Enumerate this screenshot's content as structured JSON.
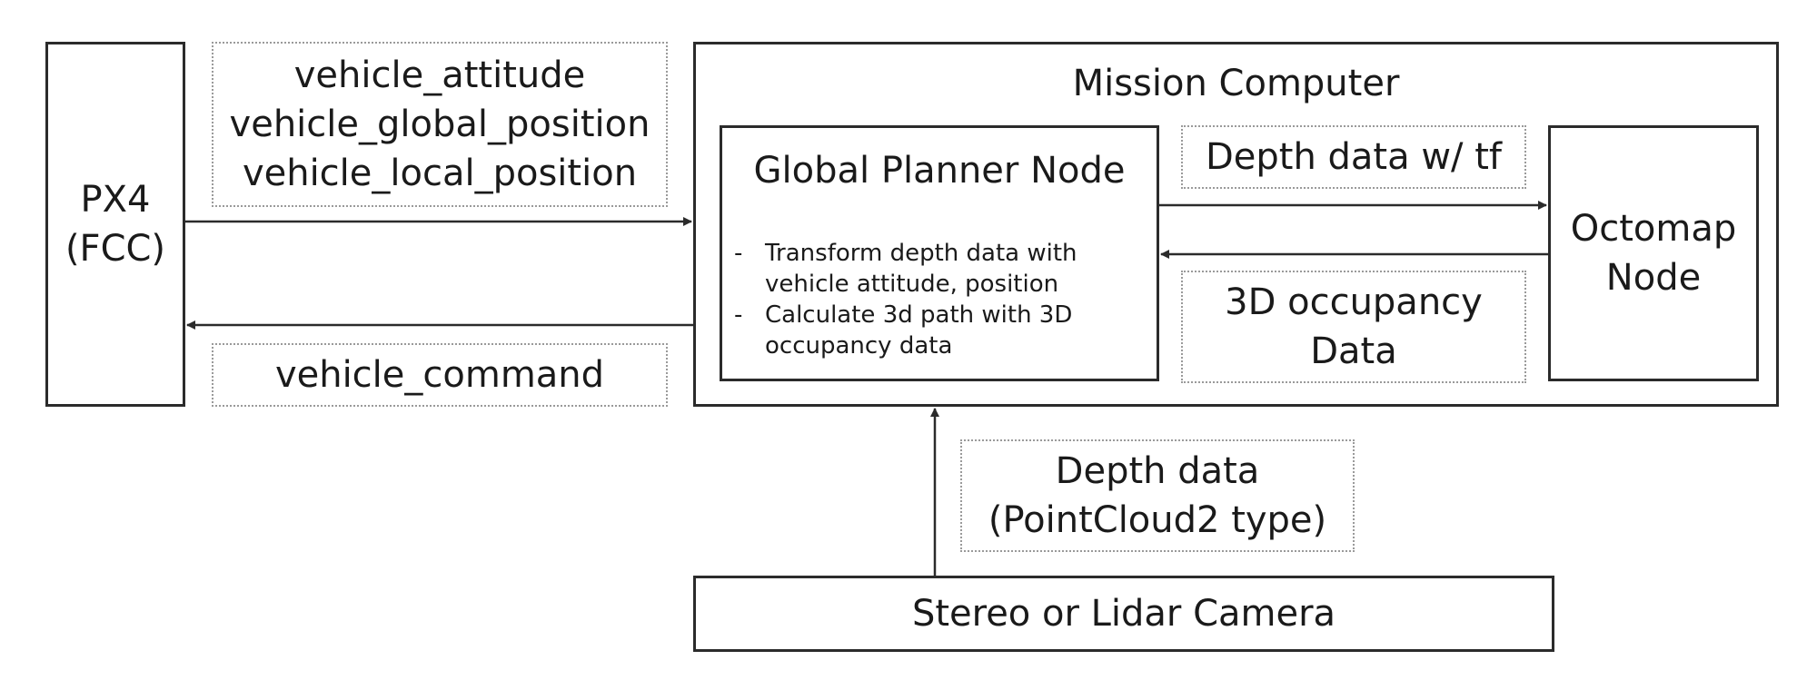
{
  "px4": {
    "line1": "PX4",
    "line2": "(FCC)"
  },
  "topics_to_mc": {
    "line1": "vehicle_attitude",
    "line2": "vehicle_global_position",
    "line3": "vehicle_local_position"
  },
  "topics_to_px4": {
    "line1": "vehicle_command"
  },
  "mission_computer": {
    "title": "Mission Computer"
  },
  "global_planner": {
    "title": "Global Planner Node",
    "bullets": [
      {
        "dash": "-",
        "line1": "Transform depth data with",
        "line2": "vehicle attitude, position"
      },
      {
        "dash": "-",
        "line1": "Calculate 3d path with 3D",
        "line2": "occupancy data"
      }
    ]
  },
  "depth_tf": {
    "label": "Depth data w/ tf"
  },
  "occupancy": {
    "line1": "3D occupancy",
    "line2": "Data"
  },
  "octomap": {
    "line1": "Octomap",
    "line2": "Node"
  },
  "depth_input": {
    "line1": "Depth data",
    "line2": "(PointCloud2 type)"
  },
  "camera": {
    "label": "Stereo or Lidar Camera"
  }
}
